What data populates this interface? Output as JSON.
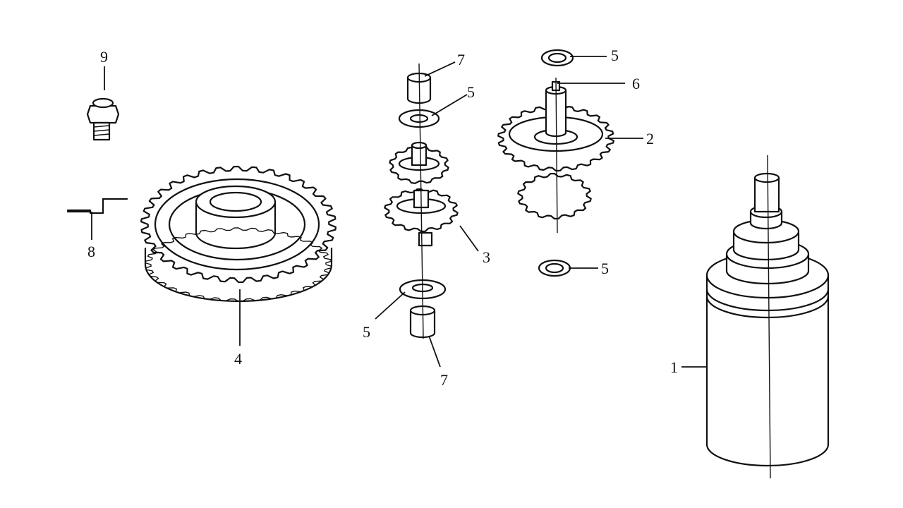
{
  "diagram": {
    "callouts": [
      {
        "id": "label-1",
        "text": "1"
      },
      {
        "id": "label-2",
        "text": "2"
      },
      {
        "id": "label-3",
        "text": "3"
      },
      {
        "id": "label-4",
        "text": "4"
      },
      {
        "id": "label-5a",
        "text": "5"
      },
      {
        "id": "label-5b",
        "text": "5"
      },
      {
        "id": "label-5c",
        "text": "5"
      },
      {
        "id": "label-5d",
        "text": "5"
      },
      {
        "id": "label-6",
        "text": "6"
      },
      {
        "id": "label-7a",
        "text": "7"
      },
      {
        "id": "label-7b",
        "text": "7"
      },
      {
        "id": "label-8",
        "text": "8"
      },
      {
        "id": "label-9",
        "text": "9"
      }
    ]
  }
}
